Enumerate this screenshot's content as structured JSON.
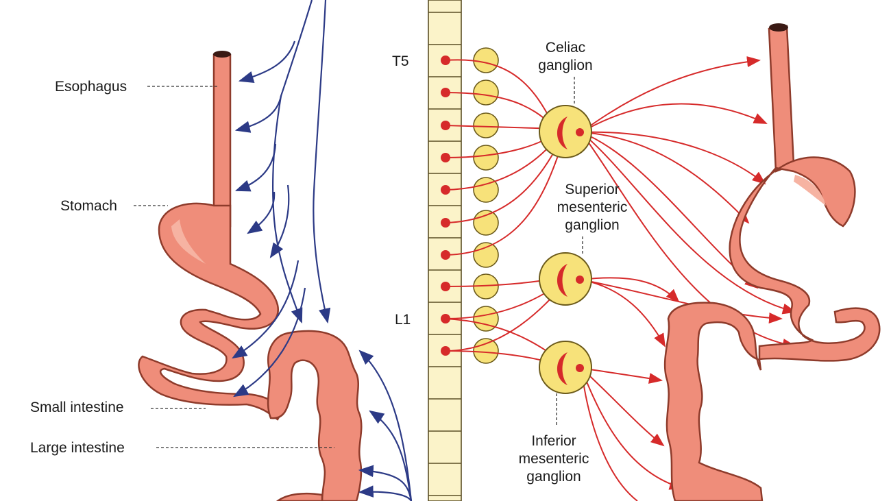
{
  "labels": {
    "esophagus": "Esophagus",
    "stomach": "Stomach",
    "small_intestine": "Small intestine",
    "large_intestine": "Large intestine",
    "t5": "T5",
    "l1": "L1",
    "celiac_line1": "Celiac",
    "celiac_line2": "ganglion",
    "superior_line1": "Superior",
    "superior_line2": "mesenteric",
    "superior_line3": "ganglion",
    "inferior_line1": "Inferior",
    "inferior_line2": "mesenteric",
    "inferior_line3": "ganglion"
  },
  "colors": {
    "parasympathetic_fibers": "#2c3a86",
    "sympathetic_fibers": "#d62a2a",
    "ganglion_fill": "#f7e27a",
    "organ_fill": "#ef8d7a"
  }
}
